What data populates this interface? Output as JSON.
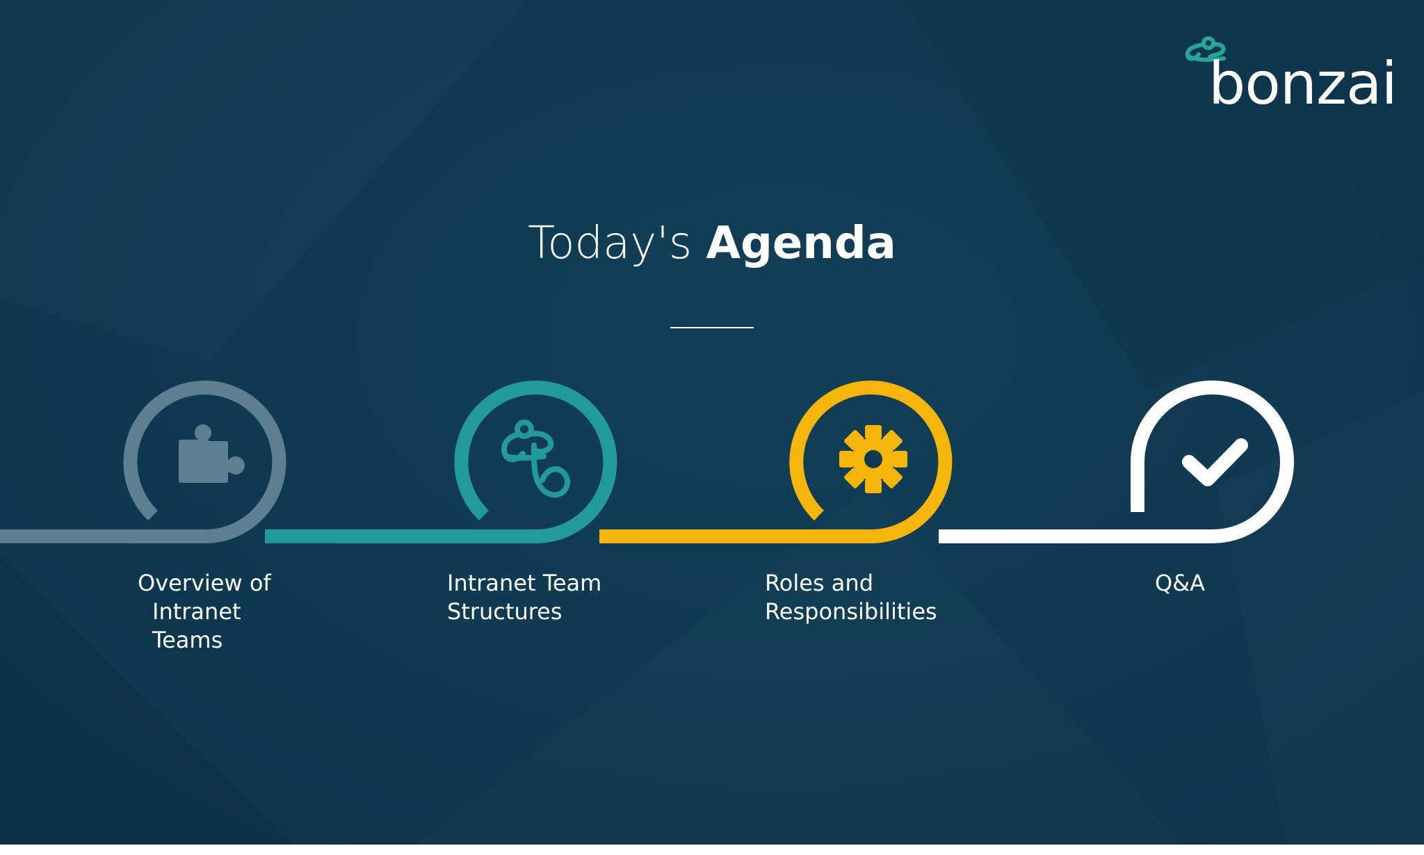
{
  "brand": {
    "name": "bonzai",
    "mark_color": "#27a49c"
  },
  "title": {
    "light": "Today's ",
    "bold": "Agenda"
  },
  "colors": {
    "background": "#0f3a52",
    "step1": "#5e7f91",
    "step2": "#229a98",
    "step3": "#f5b50b",
    "step4": "#ffffff"
  },
  "agenda": [
    {
      "icon": "puzzle-piece-icon",
      "lines": [
        "Overview of",
        "Intranet",
        "Teams"
      ]
    },
    {
      "icon": "bonzai-mark-icon",
      "lines": [
        "Intranet Team",
        "Structures"
      ]
    },
    {
      "icon": "gear-icon",
      "lines": [
        "Roles and",
        "Responsibilities"
      ]
    },
    {
      "icon": "checkmark-icon",
      "lines": [
        "Q&A"
      ]
    }
  ]
}
